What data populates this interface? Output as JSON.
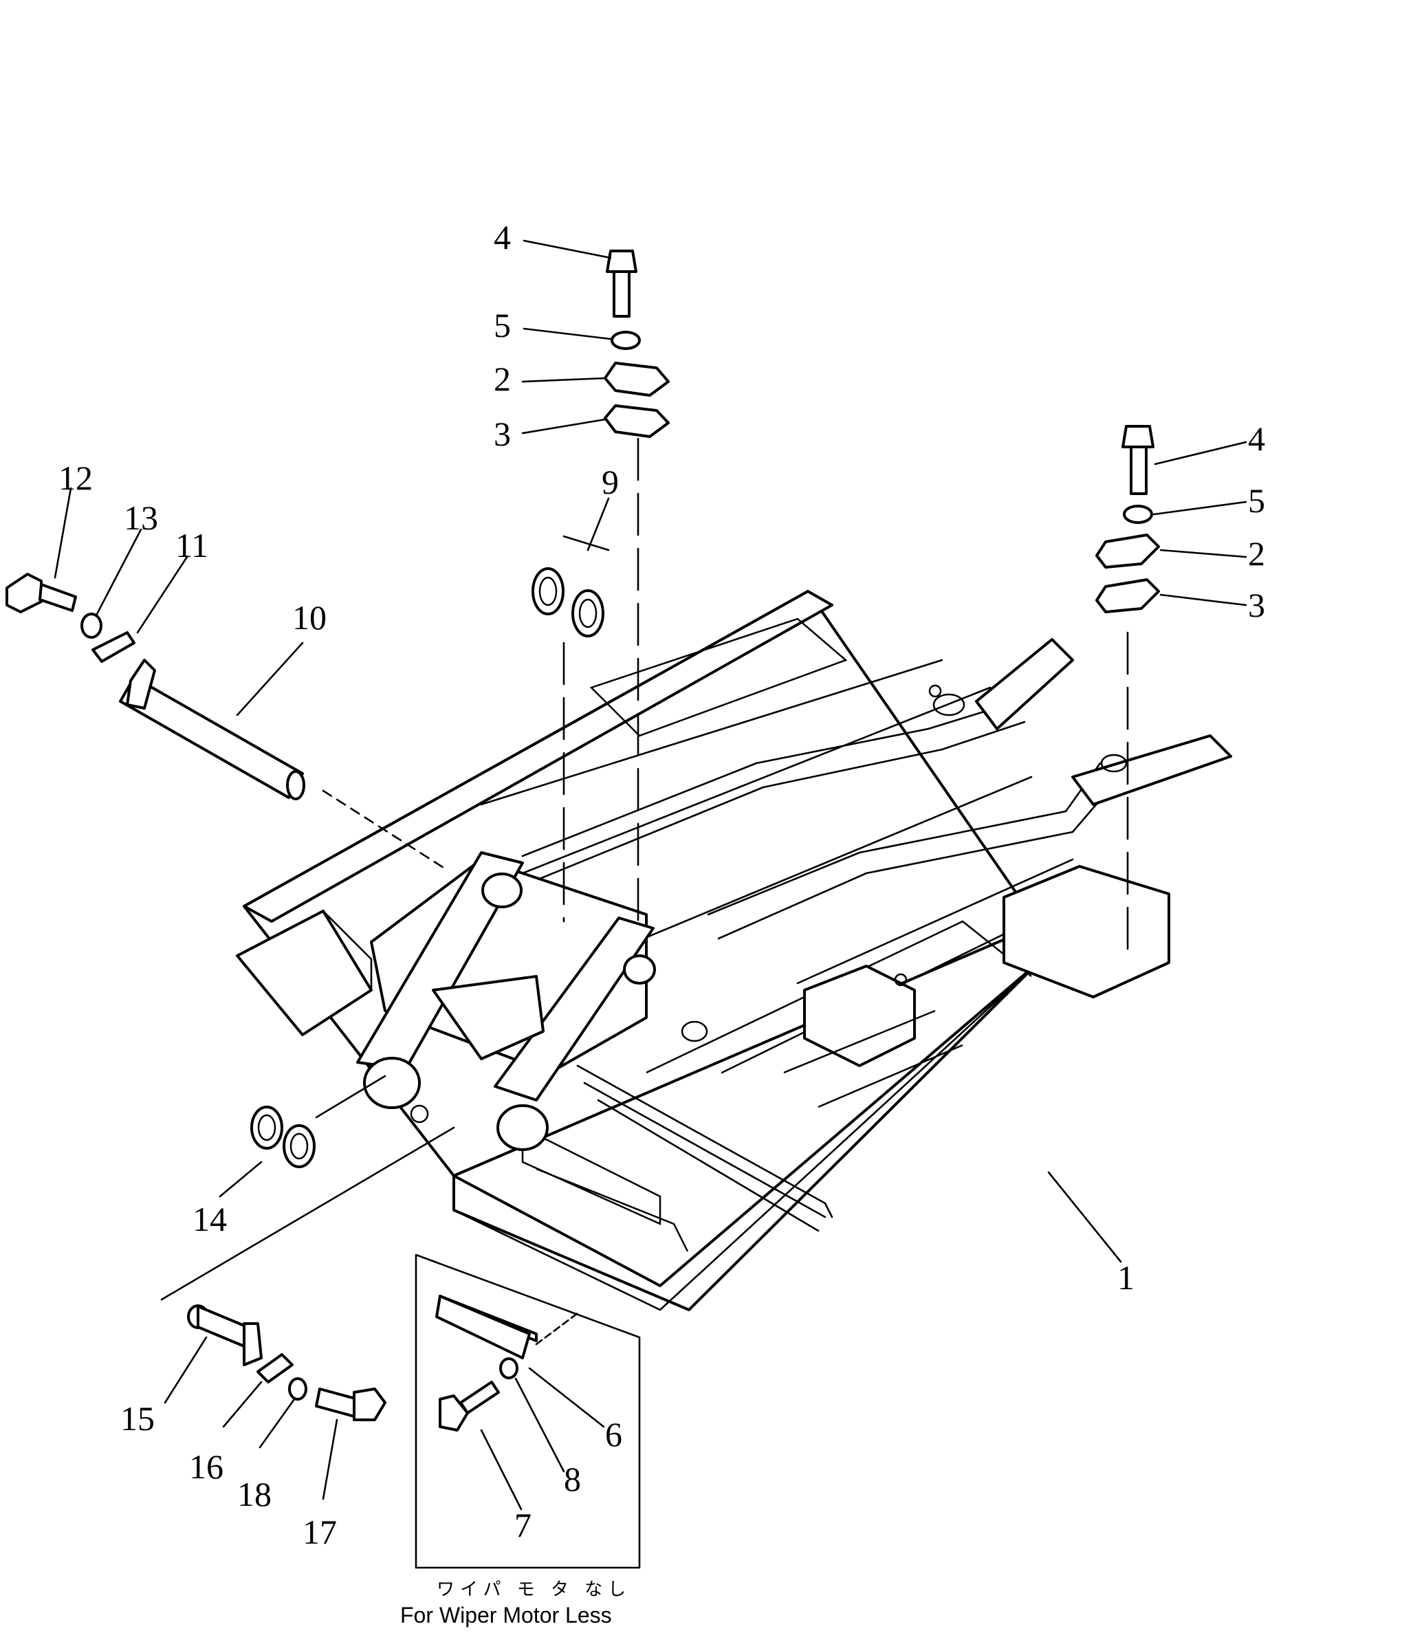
{
  "callouts": {
    "c1": "1",
    "c2a": "2",
    "c2b": "2",
    "c3a": "3",
    "c3b": "3",
    "c4a": "4",
    "c4b": "4",
    "c5a": "5",
    "c5b": "5",
    "c6": "6",
    "c7": "7",
    "c8": "8",
    "c9": "9",
    "c10": "10",
    "c11": "11",
    "c12": "12",
    "c13": "13",
    "c14": "14",
    "c15": "15",
    "c16": "16",
    "c17": "17",
    "c18": "18"
  },
  "caption": {
    "japanese": "ワイパ モ タ なし",
    "english": "For Wiper Motor Less"
  }
}
